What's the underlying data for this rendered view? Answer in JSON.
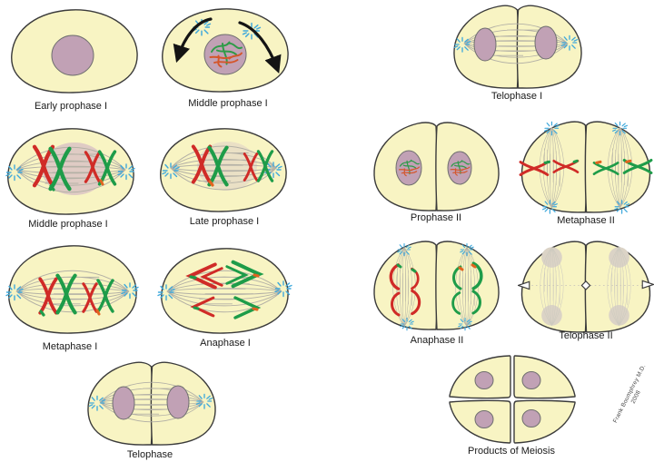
{
  "panels": [
    {
      "id": "early-prophase-1",
      "label": "Early prophase I"
    },
    {
      "id": "middle-prophase-1-top",
      "label": "Middle prophase I"
    },
    {
      "id": "middle-prophase-1",
      "label": "Middle prophase I"
    },
    {
      "id": "late-prophase-1",
      "label": "Late prophase I"
    },
    {
      "id": "metaphase-1",
      "label": "Metaphase I"
    },
    {
      "id": "anaphase-1",
      "label": "Anaphase I"
    },
    {
      "id": "telophase",
      "label": "Telophase"
    },
    {
      "id": "telophase-1",
      "label": "Telophase I"
    },
    {
      "id": "prophase-2",
      "label": "Prophase II"
    },
    {
      "id": "metaphase-2",
      "label": "Metaphase II"
    },
    {
      "id": "anaphase-2",
      "label": "Anaphase II"
    },
    {
      "id": "telophase-2",
      "label": "Telophase II"
    },
    {
      "id": "products-of-meiosis",
      "label": "Products of Meiosis"
    }
  ],
  "signature": {
    "name": "Frank Boumphrey M.D.",
    "year": "2008"
  },
  "colors": {
    "cell_fill": "#F8F4C3",
    "cell_outline": "#3b3b3b",
    "nucleus_fill": "#C1A1B5",
    "nucleus_faded": "#D8C1C4",
    "nucleus_pale": "#DBD3C6",
    "spindle": "#b4b1a6",
    "aster_blue": "#3FA9DC",
    "chromosome_red": "#D02B27",
    "chromosome_green": "#1E9C49",
    "chromatin_orange": "#D4562B",
    "arrow_black": "#141414"
  }
}
